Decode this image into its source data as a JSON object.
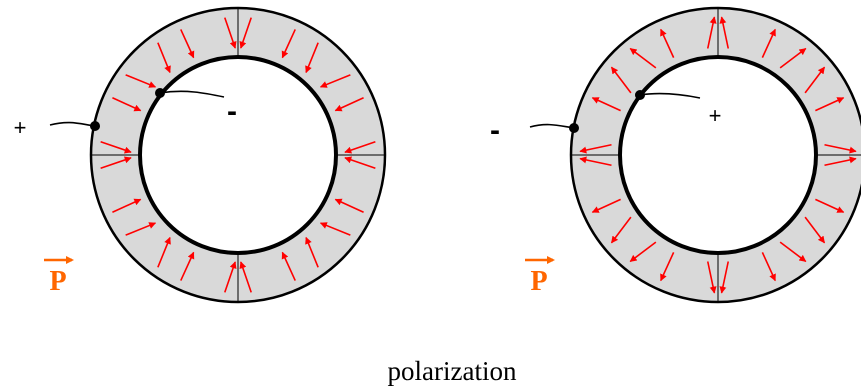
{
  "diagram": {
    "caption": "polarization",
    "colors": {
      "ring_fill": "#d9d9d9",
      "ring_outline": "#000000",
      "arrow": "#ff0000",
      "polarization_symbol": "#ff6600"
    },
    "rings": [
      {
        "id": "left",
        "outer_terminal_sign": "+",
        "inner_terminal_sign": "-",
        "polarization_symbol": "P",
        "arrow_direction": "inward"
      },
      {
        "id": "right",
        "outer_terminal_sign": "-",
        "inner_terminal_sign": "+",
        "polarization_symbol": "P",
        "arrow_direction": "outward"
      }
    ]
  }
}
